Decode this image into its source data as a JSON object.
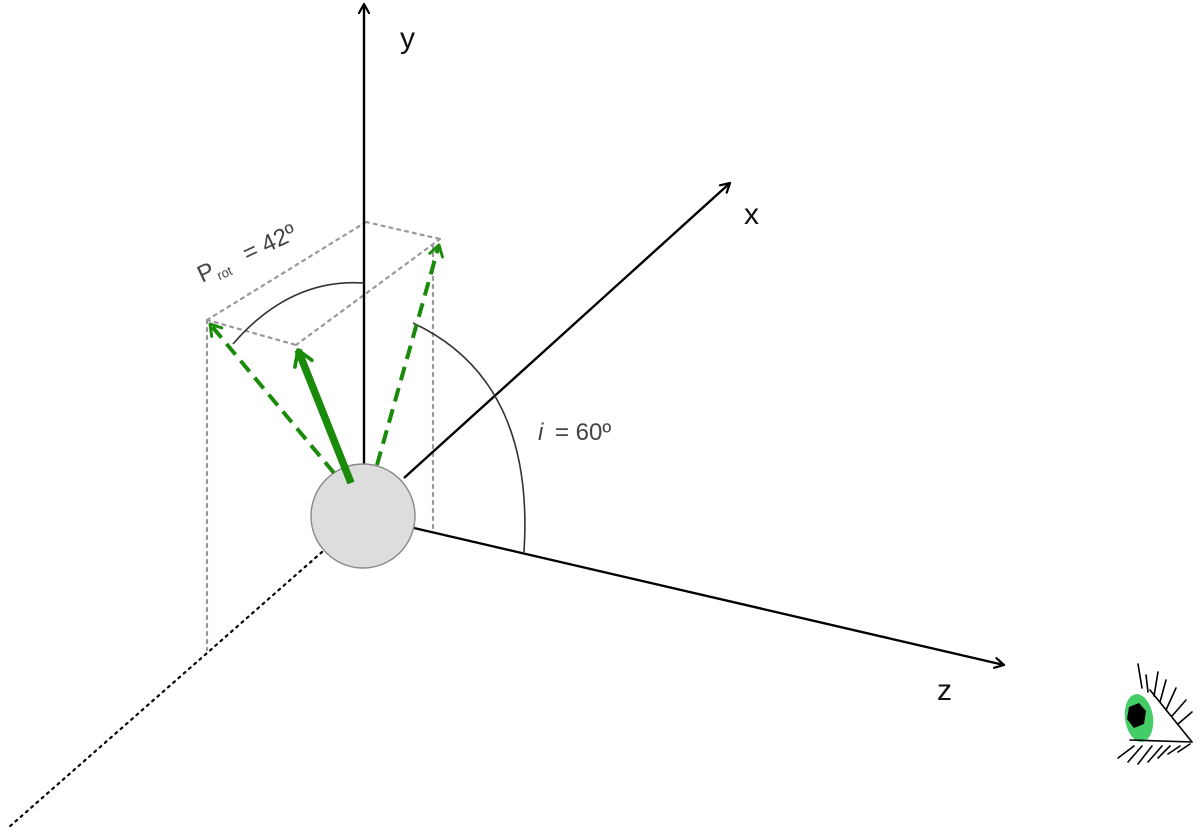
{
  "axes": {
    "x_label": "x",
    "y_label": "y",
    "z_label": "z"
  },
  "rotation_angle": {
    "symbol": "P",
    "subscript": "rot",
    "value_text": "= 42º"
  },
  "inclination_angle": {
    "symbol": "i",
    "value_text": "= 60º"
  },
  "colors": {
    "axis": "#000000",
    "vector": "#1a8a0a",
    "guide": "#999999",
    "arc": "#333333",
    "star_fill": "#dddddd",
    "star_stroke": "#888888",
    "eye_iris": "#44cc66"
  },
  "icons": {
    "observer": "eye-icon"
  }
}
